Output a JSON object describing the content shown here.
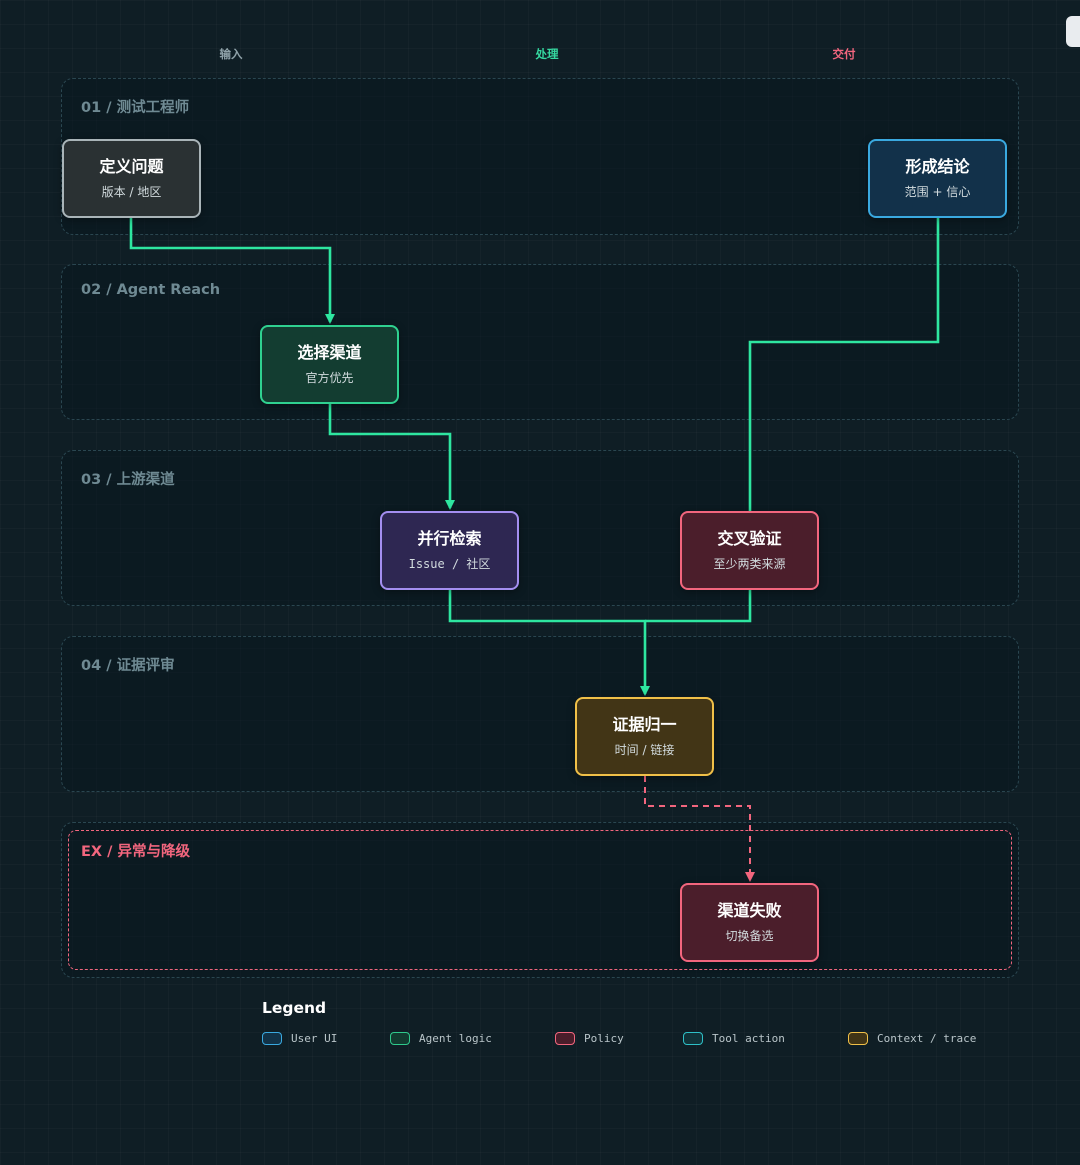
{
  "columns": [
    {
      "label": "输入",
      "color": "#8fa2a9"
    },
    {
      "label": "处理",
      "color": "#35d8a0"
    },
    {
      "label": "交付",
      "color": "#f2667e"
    }
  ],
  "lanes": [
    {
      "label": "01 / 测试工程师"
    },
    {
      "label": "02 / Agent Reach"
    },
    {
      "label": "03 / 上游渠道"
    },
    {
      "label": "04 / 证据评审"
    },
    {
      "label": "EX / 异常与降级"
    }
  ],
  "nodes": {
    "define_problem": {
      "title": "定义问题",
      "subtitle": "版本 / 地区",
      "icon": "none"
    },
    "form_conclusion": {
      "title": "形成结论",
      "subtitle": "范围 + 信心"
    },
    "select_channel": {
      "title": "选择渠道",
      "subtitle": "官方优先"
    },
    "parallel_search": {
      "title": "并行检索",
      "subtitle": "Issue / 社区"
    },
    "cross_verify": {
      "title": "交叉验证",
      "subtitle": "至少两类来源"
    },
    "evidence_normalize": {
      "title": "证据归一",
      "subtitle": "时间 / 链接"
    },
    "channel_failure": {
      "title": "渠道失败",
      "subtitle": "切换备选"
    }
  },
  "legend": {
    "title": "Legend",
    "items": [
      {
        "label": "User UI",
        "border": "#3aa9e0",
        "fill": "#123247"
      },
      {
        "label": "Agent logic",
        "border": "#2fc98c",
        "fill": "#123a30"
      },
      {
        "label": "Policy",
        "border": "#f2667e",
        "fill": "#4a1d2a"
      },
      {
        "label": "Tool action",
        "border": "#2ec0c7",
        "fill": "#113238"
      },
      {
        "label": "Context / trace",
        "border": "#f0c048",
        "fill": "#403416"
      }
    ]
  },
  "colors": {
    "flow": "#2ee6a0",
    "exception": "#f2667e",
    "background": "#0f1e25"
  }
}
